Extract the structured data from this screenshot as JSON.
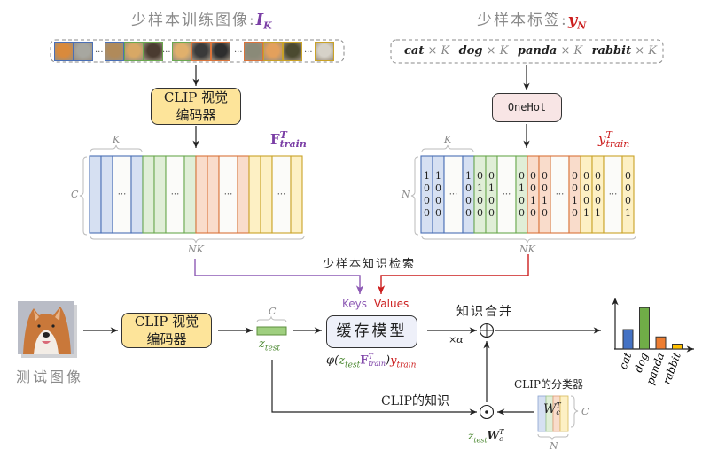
{
  "top_left": {
    "title_cn": "少样本训练图像:",
    "title_symbol": "I",
    "title_sub": "K",
    "thumbnails": [
      {
        "group": "cat",
        "color": "#4a6fb5",
        "fill": "#d98a3c"
      },
      {
        "group": "cat",
        "color": "#4a6fb5",
        "fill": "#a7a7a0"
      },
      {
        "group": "cat",
        "color": "#4a6fb5",
        "fill": "#b08a5a"
      },
      {
        "group": "dog",
        "color": "#6aa84f",
        "fill": "#d8a865"
      },
      {
        "group": "dog",
        "color": "#6aa84f",
        "fill": "#4a3b30"
      },
      {
        "group": "dog",
        "color": "#6aa84f",
        "fill": "#e0b06c"
      },
      {
        "group": "panda",
        "color": "#d9733a",
        "fill": "#3a3a3a"
      },
      {
        "group": "panda",
        "color": "#d9733a",
        "fill": "#2e2e2e"
      },
      {
        "group": "panda",
        "color": "#d9733a",
        "fill": "#8a8a78"
      },
      {
        "group": "rabbit",
        "color": "#c9a227",
        "fill": "#e3a05c"
      },
      {
        "group": "rabbit",
        "color": "#c9a227",
        "fill": "#4b4a30"
      },
      {
        "group": "rabbit",
        "color": "#c9a227",
        "fill": "#d6d2c8"
      }
    ],
    "ellipsis": "···",
    "encoder_line1": "CLIP 视觉",
    "encoder_line2": "编码器",
    "matrix_label_symbol": "F",
    "matrix_label_sup": "T",
    "matrix_label_sub": "train",
    "brace_k": "K",
    "brace_c": "C",
    "brace_nk": "NK"
  },
  "top_right": {
    "title_cn": "少样本标签:",
    "title_symbol": "y",
    "title_sub": "N",
    "labels": [
      {
        "name": "cat",
        "times": "× K"
      },
      {
        "name": "dog",
        "times": "× K"
      },
      {
        "name": "panda",
        "times": "× K"
      },
      {
        "name": "rabbit",
        "times": "× K"
      }
    ],
    "onehot_label": "OneHot",
    "matrix_label_symbol": "y",
    "matrix_label_sup": "T",
    "matrix_label_sub": "train",
    "brace_k": "K",
    "brace_n": "N",
    "brace_nk": "NK",
    "onehot_columns": [
      [
        "1",
        "0",
        "0",
        "0"
      ],
      [
        "1",
        "0",
        "0",
        "0"
      ],
      [
        "···"
      ],
      [
        "1",
        "0",
        "0",
        "0"
      ],
      [
        "0",
        "1",
        "0",
        "0"
      ],
      [
        "0",
        "1",
        "0",
        "0"
      ],
      [
        "···"
      ],
      [
        "0",
        "1",
        "0",
        "0"
      ],
      [
        "0",
        "0",
        "1",
        "0"
      ],
      [
        "0",
        "0",
        "1",
        "0"
      ],
      [
        "···"
      ],
      [
        "0",
        "0",
        "1",
        "0"
      ],
      [
        "0",
        "0",
        "0",
        "1"
      ],
      [
        "0",
        "0",
        "0",
        "1"
      ],
      [
        "···"
      ],
      [
        "0",
        "0",
        "0",
        "1"
      ]
    ]
  },
  "retrieval": {
    "label": "少样本知识检索",
    "keys": "Keys",
    "values": "Values"
  },
  "bottom": {
    "test_image_label": "测试图像",
    "encoder_line1": "CLIP 视觉",
    "encoder_line2": "编码器",
    "z_test_brace": "C",
    "z_test_symbol": "z",
    "z_test_sub": "test",
    "cache_model": "缓存模型",
    "cache_formula": {
      "phi": "φ(",
      "z": "z",
      "z_sub": "test",
      "F": "F",
      "F_sup": "T",
      "F_sub": "train",
      "close": ")",
      "y": "y",
      "y_sub": "train"
    },
    "scale_label": "×α",
    "merge_label": "知识合并",
    "clip_knowledge_label": "CLIP的知识",
    "classifier_label": "CLIP的分类器",
    "classifier_symbol": "W",
    "classifier_sub": "c",
    "classifier_sup": "T",
    "classifier_brace_c": "C",
    "classifier_brace_n": "N",
    "product_label": {
      "z": "z",
      "z_sub": "test",
      "W": "W",
      "W_sub": "c",
      "W_sup": "T"
    },
    "plus_symbol": "⊕",
    "dot_symbol": "⊙"
  },
  "colors": {
    "blue": "#4a6fb5",
    "blue_fill": "#d6e0f2",
    "green": "#6aa84f",
    "green_fill": "#e0eed7",
    "orange": "#d9733a",
    "orange_fill": "#f9dccb",
    "yellow": "#c9a227",
    "yellow_fill": "#fdf0c4",
    "purple": "#8e5bb5",
    "red": "#cc1f1f",
    "z_green": "#4e8a34"
  },
  "chart_data": {
    "type": "bar",
    "title": "",
    "categories": [
      "cat",
      "dog",
      "panda",
      "rabbit"
    ],
    "values": [
      0.4,
      0.85,
      0.25,
      0.1
    ],
    "colors": [
      "#4472c4",
      "#70ad47",
      "#ed7d31",
      "#ffc000"
    ],
    "xlabel": "",
    "ylabel": "",
    "ylim": [
      0,
      1
    ],
    "grid": false,
    "legend": "none"
  }
}
